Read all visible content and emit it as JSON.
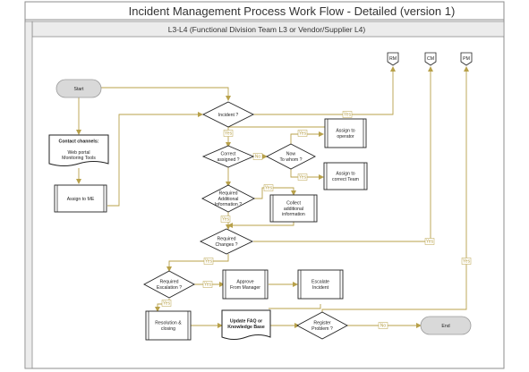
{
  "diagram": {
    "title": "Incident Management Process Work Flow - Detailed (version 1)",
    "lane_title": "L3-L4 (Functional Division Team L3 or Vendor/Supplier L4)",
    "colors": {
      "line": "#b8a14a",
      "shape_stroke": "#222222",
      "start_fill": "#d9d9d9",
      "frame": "#8c8c8c"
    },
    "nodes": [
      {
        "id": "start",
        "shape": "terminator",
        "lines": [
          "Start"
        ]
      },
      {
        "id": "contact",
        "shape": "document",
        "lines": [
          "Contact channels:",
          "",
          "Web portal",
          "Monitoring Tools"
        ]
      },
      {
        "id": "assign-me",
        "shape": "process",
        "lines": [
          "Assign to ME"
        ]
      },
      {
        "id": "incident",
        "shape": "decision",
        "lines": [
          "Incident ?"
        ]
      },
      {
        "id": "assign-operator",
        "shape": "process",
        "lines": [
          "Assign to",
          "operator"
        ]
      },
      {
        "id": "correct-assigned",
        "shape": "decision",
        "lines": [
          "Correct",
          "assigned ?"
        ]
      },
      {
        "id": "now-to-whom",
        "shape": "decision",
        "lines": [
          "Now",
          "To whom ?"
        ]
      },
      {
        "id": "assign-correct-team",
        "shape": "process",
        "lines": [
          "Assign to",
          "correct Team"
        ]
      },
      {
        "id": "additional-info",
        "shape": "decision",
        "lines": [
          "Required",
          "Additional",
          "Information ?"
        ]
      },
      {
        "id": "collect-info",
        "shape": "process",
        "lines": [
          "Collect",
          "additional",
          "information"
        ]
      },
      {
        "id": "changes",
        "shape": "decision",
        "lines": [
          "Required",
          "Changes ?"
        ]
      },
      {
        "id": "escalation",
        "shape": "decision",
        "lines": [
          "Required",
          "Escalation ?"
        ]
      },
      {
        "id": "approve",
        "shape": "process",
        "lines": [
          "Approve",
          "From Manager"
        ]
      },
      {
        "id": "escalate",
        "shape": "process",
        "lines": [
          "Escalate",
          "Incident"
        ]
      },
      {
        "id": "resolution",
        "shape": "process",
        "lines": [
          "Resolution &",
          "closing"
        ]
      },
      {
        "id": "faq",
        "shape": "document",
        "lines": [
          "Update FAQ or",
          "Knowledge Base"
        ]
      },
      {
        "id": "register-problem",
        "shape": "decision",
        "lines": [
          "Register",
          "Problem ?"
        ]
      },
      {
        "id": "end",
        "shape": "terminator",
        "lines": [
          "End"
        ]
      },
      {
        "id": "rm",
        "shape": "offpage",
        "lines": [
          "RM"
        ]
      },
      {
        "id": "cm",
        "shape": "offpage",
        "lines": [
          "CM"
        ]
      },
      {
        "id": "pm",
        "shape": "offpage",
        "lines": [
          "PM"
        ]
      }
    ],
    "edge_labels": [
      "Yes",
      "Yes",
      "Yes",
      "No",
      "Yes",
      "Yes",
      "Yes",
      "Yes",
      "Yes",
      "Yes",
      "Yes",
      "No",
      "Yes"
    ]
  }
}
